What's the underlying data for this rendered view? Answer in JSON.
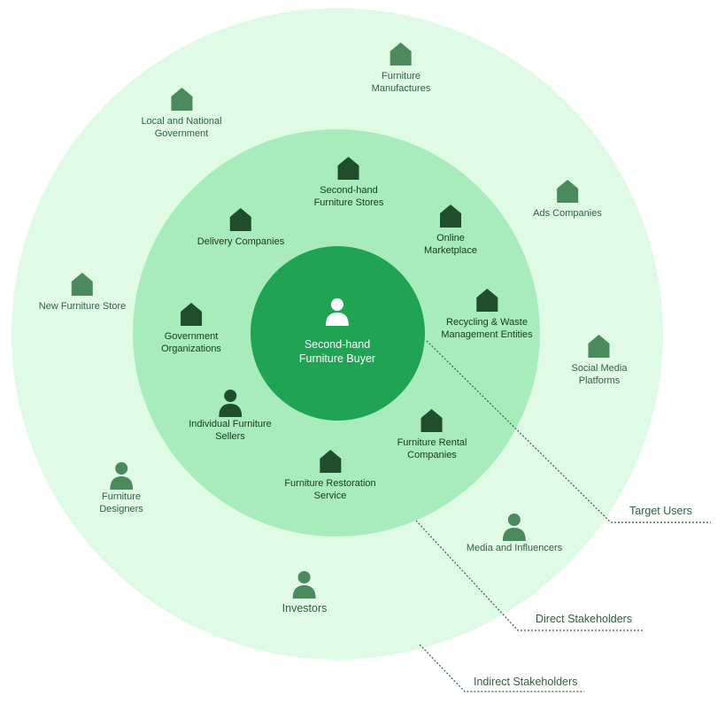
{
  "core": {
    "label": "Second-hand\nFurniture Buyer",
    "icon": "person-icon"
  },
  "direct": [
    {
      "label": "Second-hand\nFurniture Stores",
      "icon": "house-icon"
    },
    {
      "label": "Online\nMarketplace",
      "icon": "house-icon"
    },
    {
      "label": "Recycling & Waste\nManagement Entities",
      "icon": "house-icon"
    },
    {
      "label": "Furniture Rental\nCompanies",
      "icon": "house-icon"
    },
    {
      "label": "Furniture Restoration\nService",
      "icon": "house-icon"
    },
    {
      "label": "Individual Furniture\nSellers",
      "icon": "person-icon"
    },
    {
      "label": "Government\nOrganizations",
      "icon": "house-icon"
    },
    {
      "label": "Delivery Companies",
      "icon": "house-icon"
    }
  ],
  "indirect": [
    {
      "label": "Furniture\nManufactures",
      "icon": "house-icon"
    },
    {
      "label": "Ads Companies",
      "icon": "house-icon"
    },
    {
      "label": "Social Media\nPlatforms",
      "icon": "house-icon"
    },
    {
      "label": "Media and Influencers",
      "icon": "person-icon"
    },
    {
      "label": "Investors",
      "icon": "person-icon"
    },
    {
      "label": "Furniture\nDesigners",
      "icon": "person-icon"
    },
    {
      "label": "New Furniture Store",
      "icon": "house-icon"
    },
    {
      "label": "Local and National\nGovernment",
      "icon": "house-icon"
    }
  ],
  "legend": {
    "target": "Target Users",
    "direct": "Direct Stakeholders",
    "indirect": "Indirect Stakeholders"
  },
  "colors": {
    "outer_ring": "#dffbe5",
    "middle_ring": "#a8ecbd",
    "core": "#21a354",
    "outer_icon": "#4a8a5c",
    "inner_icon": "#1f4d2e"
  }
}
